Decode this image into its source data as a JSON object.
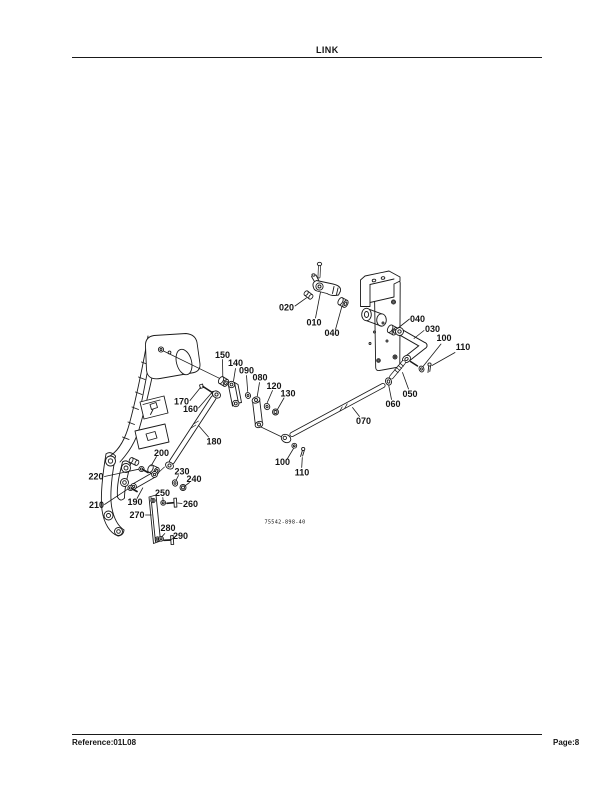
{
  "page": {
    "title": "LINK",
    "footer": {
      "reference": "Reference:01L08",
      "page": "Page:8"
    }
  },
  "diagram": {
    "figure_code": "75542-898-40",
    "callouts": [
      "020",
      "010",
      "040",
      "040",
      "030",
      "100",
      "110",
      "150",
      "140",
      "090",
      "080",
      "120",
      "130",
      "170",
      "160",
      "180",
      "050",
      "060",
      "070",
      "100",
      "110",
      "200",
      "220",
      "230",
      "240",
      "210",
      "190",
      "250",
      "260",
      "270",
      "280",
      "290"
    ]
  },
  "colors": {
    "ink": "#1a1a1a",
    "paper": "#ffffff"
  }
}
